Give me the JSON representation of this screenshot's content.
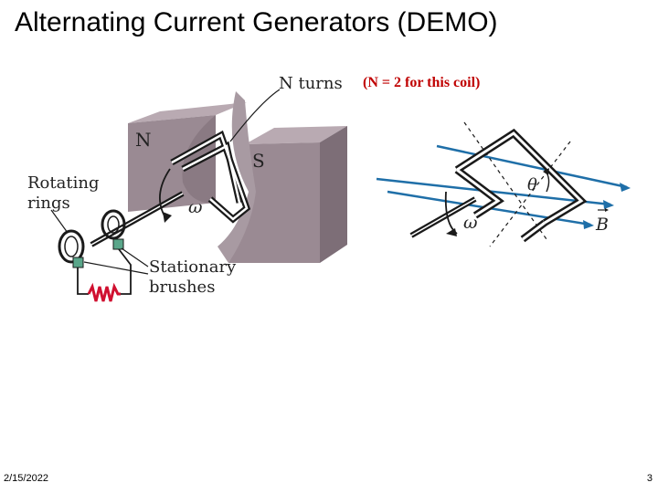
{
  "slide": {
    "title": "Alternating Current Generators  (DEMO)",
    "note": "(N = 2 for this coil)",
    "date": "2/15/2022",
    "page_number": "3"
  },
  "left_figure": {
    "label_n_turns": "N turns",
    "label_north": "N",
    "label_south": "S",
    "label_omega": "ω",
    "label_rotating_line1": "Rotating",
    "label_rotating_line2": "rings",
    "label_stationary_line1": "Stationary",
    "label_stationary_line2": "brushes",
    "magnet_color": "#9a8a93",
    "brush_color": "#5aa68a",
    "resistor_color": "#d01030"
  },
  "right_figure": {
    "label_theta": "θ",
    "label_omega": "ω",
    "label_field": "B",
    "field_line_color": "#1f6fa8"
  }
}
